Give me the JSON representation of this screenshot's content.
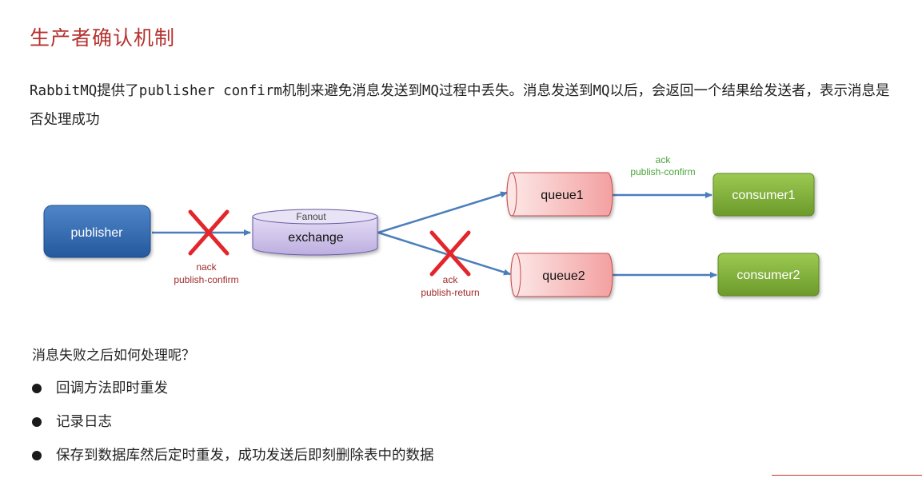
{
  "page": {
    "title": "生产者确认机制",
    "intro": "RabbitMQ提供了publisher confirm机制来避免消息发送到MQ过程中丢失。消息发送到MQ以后，会返回一个结果给发送者，表示消息是否处理成功",
    "question": "消息失败之后如何处理呢？",
    "bullets": [
      "回调方法即时重发",
      "记录日志",
      "保存到数据库然后定时重发，成功发送后即刻删除表中的数据"
    ]
  },
  "diagram": {
    "publisher": "publisher",
    "exchange_type": "Fanout",
    "exchange": "exchange",
    "queue1": "queue1",
    "queue2": "queue2",
    "consumer1": "consumer1",
    "consumer2": "consumer2",
    "nack_label": "nack",
    "nack_sub": "publish-confirm",
    "return_label": "ack",
    "return_sub": "publish-return",
    "ack_label": "ack",
    "ack_sub": "publish-confirm"
  },
  "colors": {
    "title": "#b5322f",
    "publisher": "#2e69b3",
    "exchange": "#c9bde6",
    "queue": "#f5b4b4",
    "consumer": "#86b43a",
    "cross": "#e3262b",
    "arrow": "#4a7ebb",
    "error_text": "#a02b2b",
    "ack_text": "#4aa53a"
  }
}
